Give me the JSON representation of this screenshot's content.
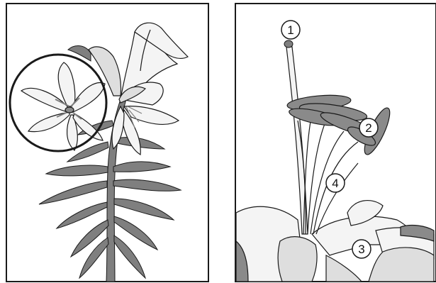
{
  "panels": {
    "left": {
      "subject": "lily-plant",
      "has_magnifier_circle": true
    },
    "right": {
      "subject": "lily-flower-closeup"
    }
  },
  "callouts": [
    {
      "id": "c1",
      "text": "1"
    },
    {
      "id": "c2",
      "text": "2"
    },
    {
      "id": "c3",
      "text": "3"
    },
    {
      "id": "c4",
      "text": "4"
    }
  ],
  "colors": {
    "leaf": "#7f7f7f",
    "petal": "#f4f4f4",
    "petal_shade": "#dedede",
    "anther": "#8a8a8a",
    "outline": "#1a1a1a",
    "background": "#ffffff"
  }
}
